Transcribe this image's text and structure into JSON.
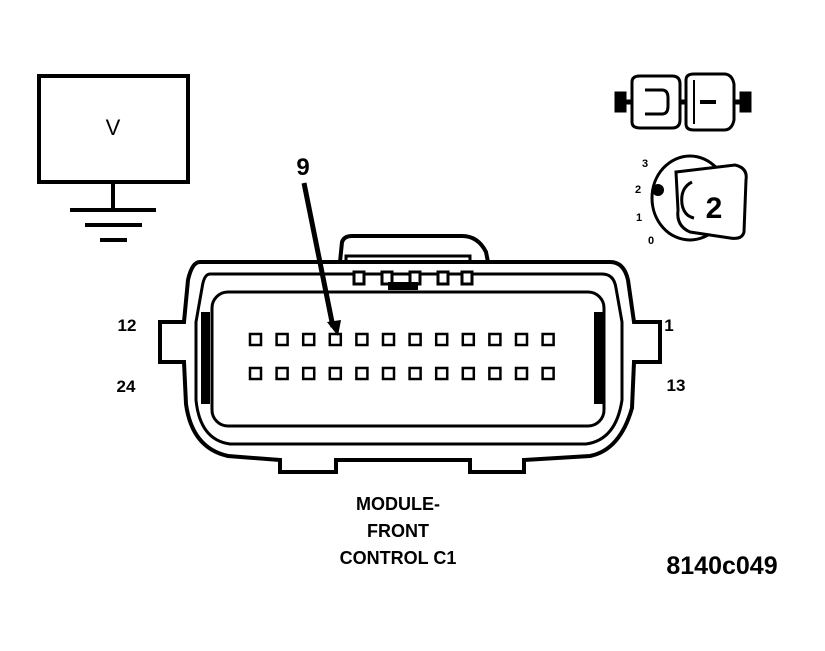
{
  "meter": {
    "symbol": "V"
  },
  "ignition": {
    "positions": [
      "3",
      "2",
      "1",
      "0"
    ],
    "selected": "2"
  },
  "connector": {
    "callout_pin": "9",
    "pin_labels": {
      "top_left": "12",
      "bottom_left": "24",
      "top_right": "1",
      "bottom_right": "13"
    },
    "pins_per_row": 12,
    "rows": 2,
    "caption": [
      "MODULE-",
      "FRONT",
      "CONTROL C1"
    ]
  },
  "figure_id": "8140c049",
  "colors": {
    "ink": "#000000",
    "paper": "#ffffff"
  }
}
